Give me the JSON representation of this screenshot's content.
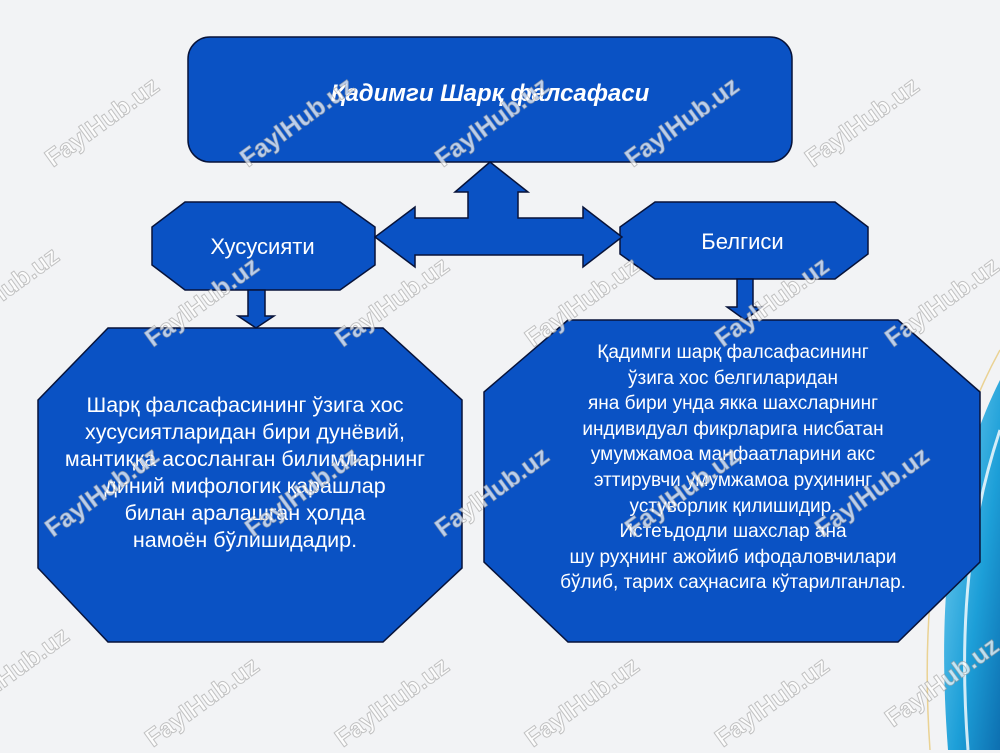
{
  "title": "Қадимги Шарқ фалсафаси",
  "left_label": "Хусусияти",
  "right_label": "Белгиси",
  "left_body": [
    "Шарқ фалсафасининг ўзига хос",
    "хусусиятларидан бири дунёвий,",
    "мантиққа асосланган билимларнинг",
    "диний мифологик қарашлар",
    "билан аралашган ҳолда",
    "намоён бўлишидадир."
  ],
  "right_body": [
    "Қадимги шарқ фалсафасининг",
    "ўзига хос белгиларидан",
    "яна бири унда якка шахсларнинг",
    "индивидуал фикрларига нисбатан",
    "умумжамоа манфаатларини акс",
    "эттирувчи умумжамоа руҳининг",
    "устуворлик қилишидир.",
    "Истеъдодли шахслар ана",
    "шу руҳнинг ажойиб ифодаловчилари",
    "бўлиб, тарих саҳнасига кўтарилганлар."
  ],
  "watermark": "FaylHub.uz",
  "colors": {
    "shape_fill": "#0a52c4",
    "shape_stroke": "#07133a",
    "background": "#f2f3f5",
    "accent_wave": "#1d9fd8"
  }
}
